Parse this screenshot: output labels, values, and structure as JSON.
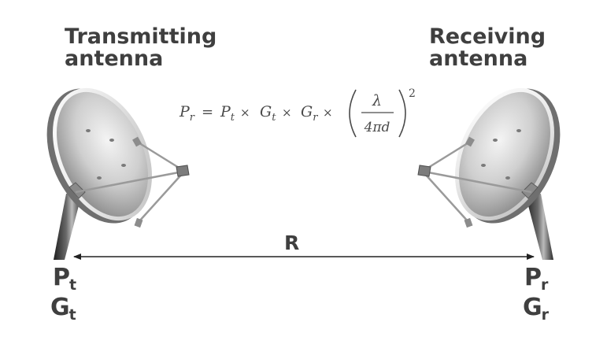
{
  "transmitter": {
    "title_line1": "Transmitting",
    "title_line2": "antenna",
    "power_symbol": "P",
    "power_subscript": "t",
    "gain_symbol": "G",
    "gain_subscript": "t"
  },
  "receiver": {
    "title_line1": "Receiving",
    "title_line2": "antenna",
    "power_symbol": "P",
    "power_subscript": "r",
    "gain_symbol": "G",
    "gain_subscript": "r"
  },
  "distance_label": "R",
  "formula": {
    "lhs_symbol": "P",
    "lhs_subscript": "r",
    "equals": "=",
    "term1_symbol": "P",
    "term1_subscript": "t",
    "times": "×",
    "term2_symbol": "G",
    "term2_subscript": "t",
    "term3_symbol": "G",
    "term3_subscript": "r",
    "numerator": "λ",
    "denominator": "4πd",
    "exponent": "2"
  },
  "colors": {
    "label_text": "#3f3f3f",
    "dish_light": "#f2f2f2",
    "dish_dark": "#8a8a8a",
    "arm_metal": "#9a9a9a",
    "arrow": "#222222"
  }
}
